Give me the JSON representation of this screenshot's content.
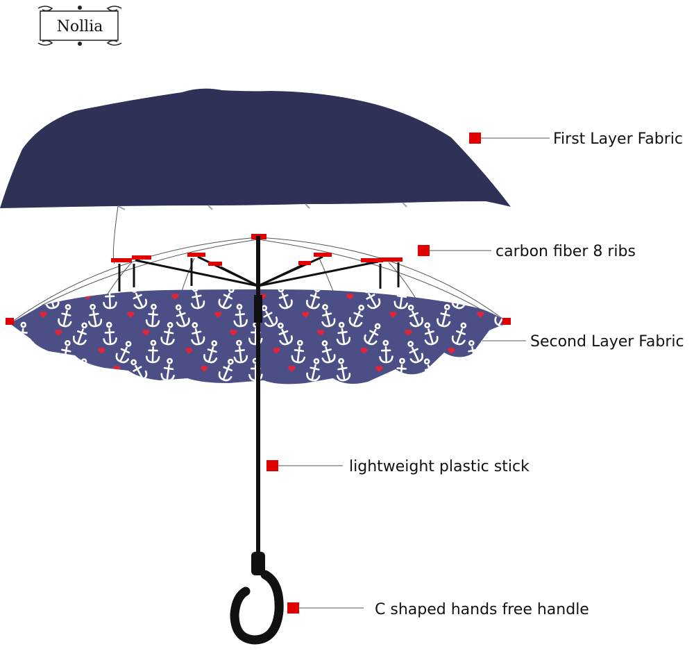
{
  "brand": {
    "logo_text": "Nollia"
  },
  "colors": {
    "outer_fabric": "#2f3157",
    "inner_fabric": "#4b4f85",
    "marker": "#e00000",
    "frame": "#111111",
    "anchor": "#ffffff",
    "heart": "#e0243a"
  },
  "callouts": [
    {
      "id": "first-layer",
      "text": "First Layer Fabric"
    },
    {
      "id": "ribs",
      "text": "carbon fiber 8 ribs"
    },
    {
      "id": "second-layer",
      "text": "Second Layer Fabric"
    },
    {
      "id": "stick",
      "text": "lightweight plastic stick"
    },
    {
      "id": "handle",
      "text": "C shaped hands free handle"
    }
  ]
}
